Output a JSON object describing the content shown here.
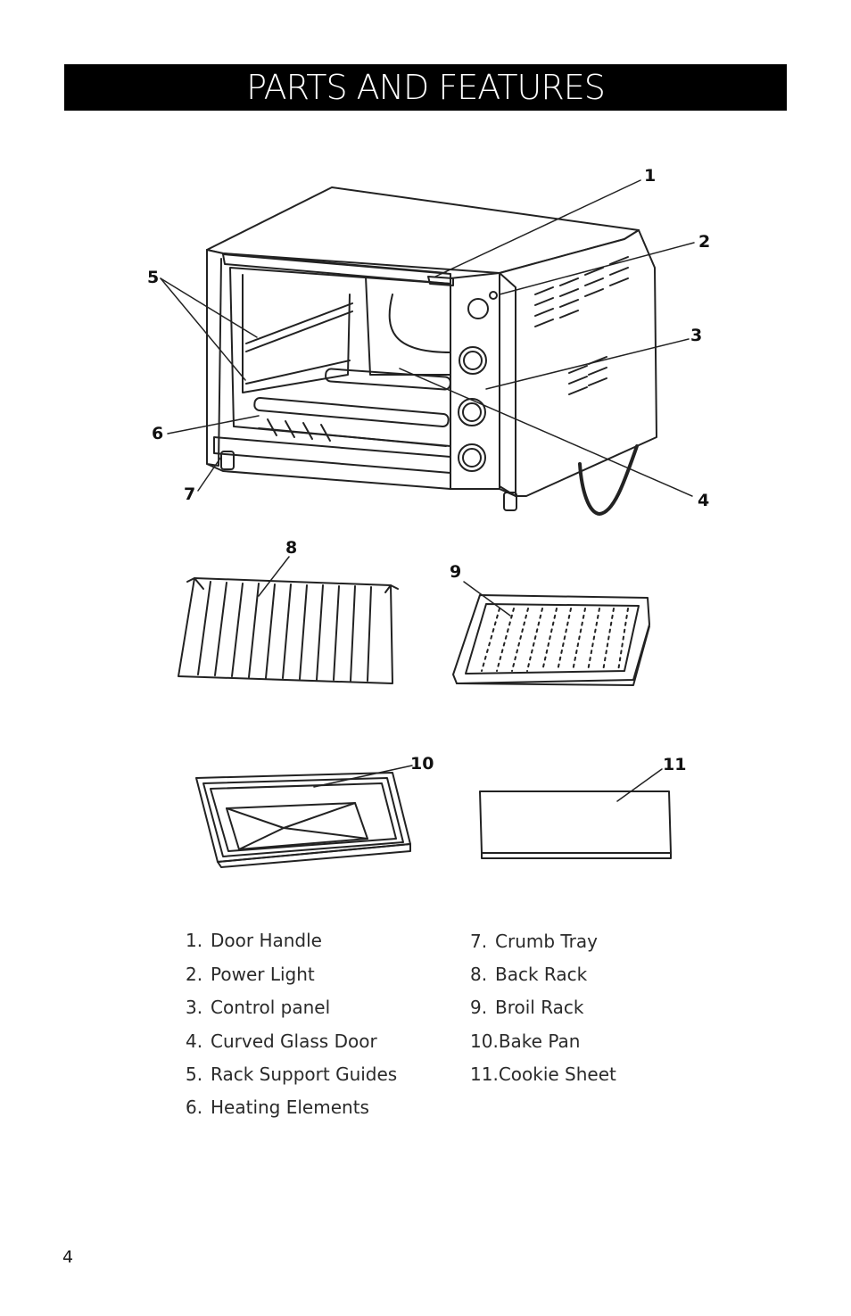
{
  "header": {
    "title": "PARTS AND FEATURES"
  },
  "callouts": [
    "1",
    "2",
    "3",
    "4",
    "5",
    "6",
    "7",
    "8",
    "9",
    "10",
    "11"
  ],
  "legend": {
    "left": [
      {
        "num": "1.",
        "label": "Door Handle"
      },
      {
        "num": "2.",
        "label": "Power Light"
      },
      {
        "num": "3.",
        "label": "Control panel"
      },
      {
        "num": "4.",
        "label": "Curved Glass Door"
      },
      {
        "num": "5.",
        "label": "Rack Support Guides"
      },
      {
        "num": "6.",
        "label": "Heating Elements"
      }
    ],
    "right": [
      {
        "num": "7.",
        "label": "Crumb Tray"
      },
      {
        "num": "8.",
        "label": "Back Rack"
      },
      {
        "num": "9.",
        "label": "Broil Rack"
      },
      {
        "num": "10.",
        "label": "Bake Pan"
      },
      {
        "num": "11.",
        "label": "Cookie Sheet"
      }
    ]
  },
  "footer": {
    "page_number": "4"
  }
}
